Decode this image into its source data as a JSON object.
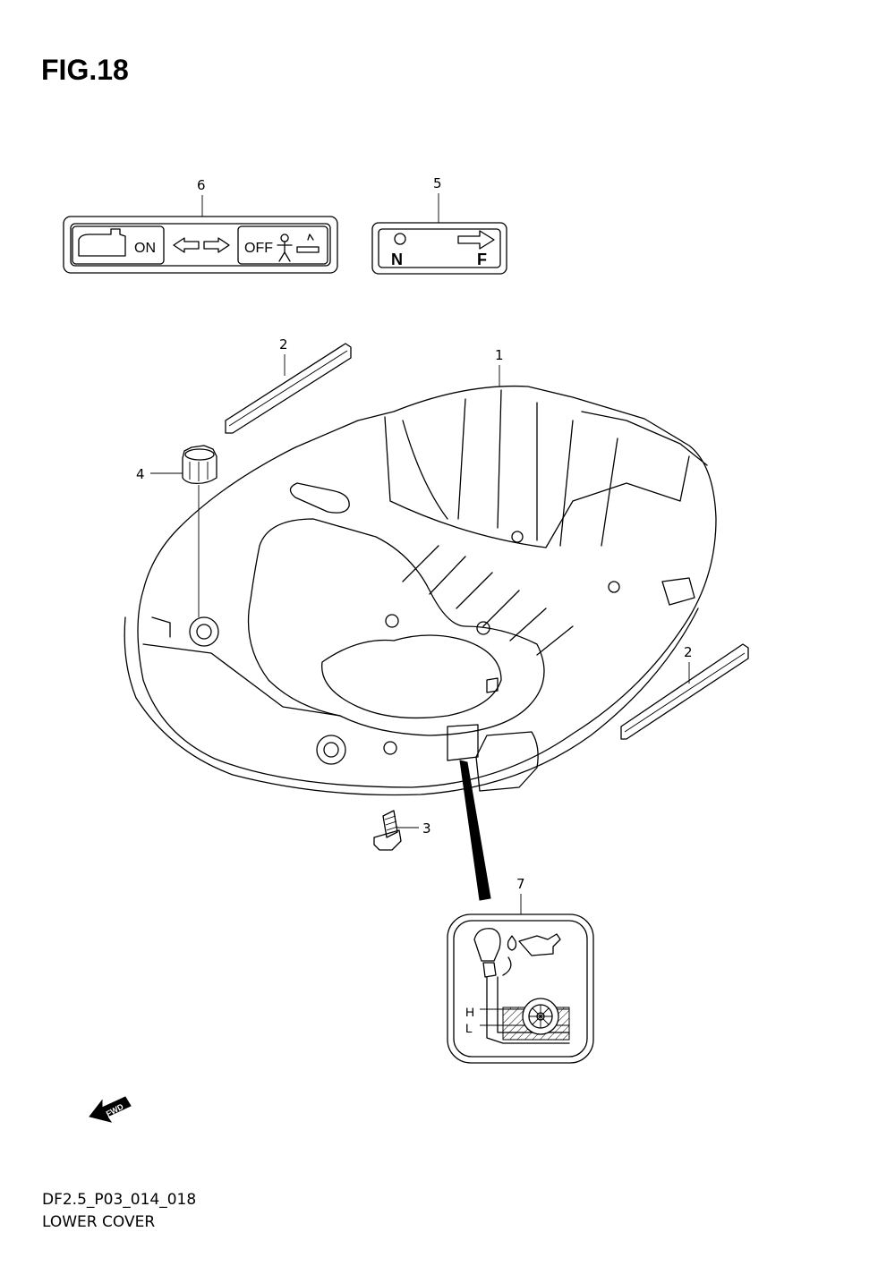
{
  "figure": {
    "title": "FIG.18",
    "code": "DF2.5_P03_014_018",
    "name": "LOWER COVER"
  },
  "callouts": {
    "p1": "1",
    "p2a": "2",
    "p2b": "2",
    "p3": "3",
    "p4": "4",
    "p5": "5",
    "p6": "6",
    "p7": "7"
  },
  "labels": {
    "choke_on": "ON",
    "choke_off": "OFF",
    "neutral": "N",
    "forward": "F",
    "oil_high": "H",
    "oil_low": "L",
    "fwd_arrow": "FWD"
  }
}
